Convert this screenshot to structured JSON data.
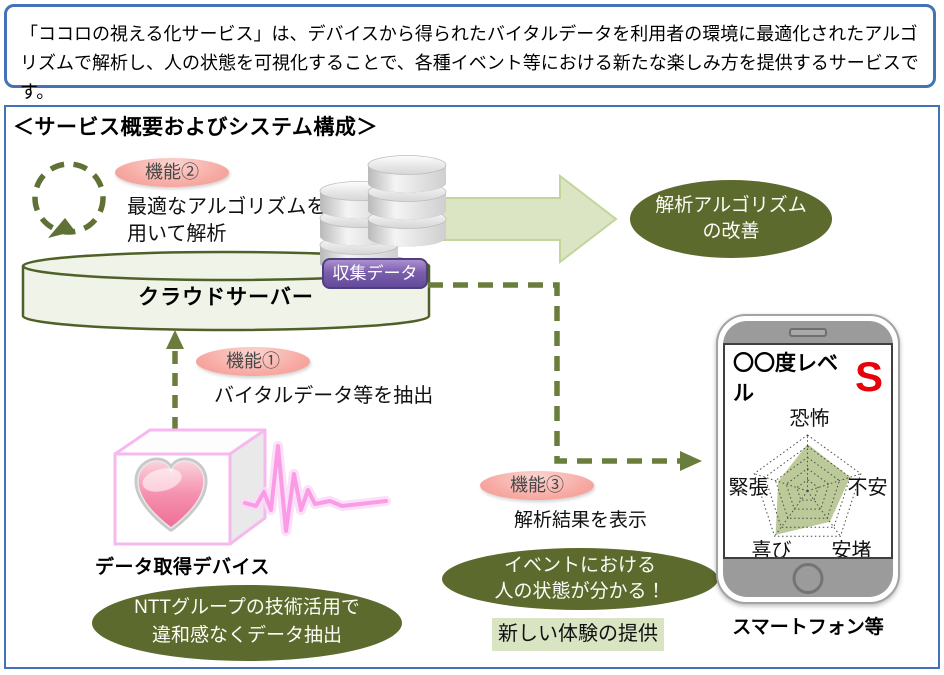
{
  "intro": {
    "text": "「ココロの視える化サービス」は、デバイスから得られたバイタルデータを利用者の環境に最適化されたアルゴリズムで解析し、人の状態を可視化することで、各種イベント等における新たな楽しみ方を提供するサービスです。"
  },
  "diagram": {
    "title": "＜サービス概要およびシステム構成＞",
    "function1": {
      "badge": "機能①",
      "desc": "バイタルデータ等を抽出"
    },
    "function2": {
      "badge": "機能②",
      "desc_line1": "最適なアルゴリズムを",
      "desc_line2": "用いて解析"
    },
    "function3": {
      "badge": "機能③",
      "desc": "解析結果を表示"
    },
    "cloud_server_label": "クラウドサーバー",
    "collected_data_badge": "収集データ",
    "improvement_ellipse": {
      "line1": "解析アルゴリズム",
      "line2": "の改善"
    },
    "device_label": "データ取得デバイス",
    "ntt_ellipse": {
      "line1": "NTTグループの技術活用で",
      "line2": "違和感なくデータ抽出"
    },
    "event_ellipse": {
      "line1": "イベントにおける",
      "line2": "人の状態が分かる！"
    },
    "new_experience_label": "新しい体験の提供",
    "smartphone": {
      "screen_title": "〇〇度レベル",
      "grade": "S",
      "caption": "スマートフォン等"
    }
  },
  "icons": {
    "refresh-cycle-icon": "dashed circular arrow (re-analysis loop)",
    "database-icon": "two stacks of gray database cylinders",
    "flow-arrow-icon": "large light-green right arrow",
    "dashed-flow-arrow-icon": "olive dashed elbow arrow to smartphone",
    "up-arrow-icon": "olive dashed arrow from device to cloud",
    "heart-device-icon": "white cube with glossy pink heart",
    "heartbeat-wave-icon": "pink ECG waveform",
    "smartphone-icon": "smartphone with speaker and home button"
  },
  "colors": {
    "frame_blue": "#4472b9",
    "dark_olive": "#5c6a2e",
    "light_green_arrow": "#dbe5c3",
    "dashed_green": "#6b7d3c",
    "pink_badge": "#f5a8a1",
    "purple_badge": "#7b5fac",
    "new_experience_bg": "#d9e5c2",
    "grade_red": "#e8000a",
    "radar_fill": "#b6c48f"
  },
  "chart_data": {
    "type": "radar",
    "title": "〇〇度レベル",
    "grade_label": "S",
    "axes": [
      "恐怖",
      "不安",
      "安堵",
      "喜び",
      "緊張"
    ],
    "values": [
      0.84,
      0.8,
      0.68,
      0.97,
      0.55
    ],
    "max": 1,
    "rings": 5,
    "fill": "#b6c48f",
    "grid": "dotted concentric pentagons with spokes",
    "legend": false
  }
}
